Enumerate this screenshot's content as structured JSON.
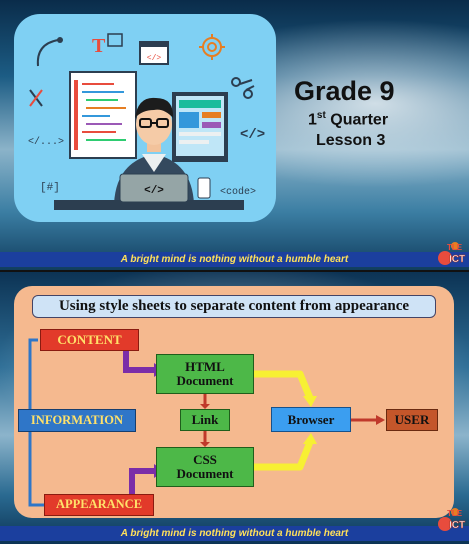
{
  "slide1": {
    "title": "Grade 9",
    "quarter_number": "1",
    "quarter_suffix": "st",
    "quarter_word": " Quarter",
    "lesson": "Lesson 3",
    "hero_labels": {
      "angle_tag": "</...>",
      "code_tag": "<code>",
      "hash_tag": "[#]",
      "laptop_tag": "</>",
      "right_tag": "</>",
      "code_window": "</>"
    },
    "banner": "A bright mind is nothing without a humble heart"
  },
  "slide2": {
    "heading": "Using style sheets to separate content from appearance",
    "content": "CONTENT",
    "html_line1": "HTML",
    "html_line2": "Document",
    "information": "INFORMATION",
    "link": "Link",
    "browser": "Browser",
    "user": "USER",
    "css_line1": "CSS",
    "css_line2": "Document",
    "appearance": "APPEARANCE",
    "banner": "A bright mind is nothing without a humble heart"
  },
  "logo_text": {
    "top": "TLE",
    "bottom": "ICT"
  },
  "colors": {
    "banner_bg": "#1b3f9e",
    "banner_text": "#ffe05a",
    "hero_panel": "#7fd0f3",
    "diagram_panel": "#f5b98f",
    "red_box": "#e23a2a",
    "green_box": "#4db848",
    "blue_box": "#2f76c8",
    "browser_box": "#3b9ef0",
    "user_box": "#c4562a",
    "purple_arrow": "#7b2da8",
    "yellow_arrow": "#f7f033"
  },
  "icons": [
    "gear-icon",
    "curve-arrow-icon",
    "text-tool-icon",
    "code-window-icon",
    "scissors-icon",
    "tools-icon",
    "hash-icon",
    "laptop-icon",
    "tle-ict-logo-icon"
  ]
}
